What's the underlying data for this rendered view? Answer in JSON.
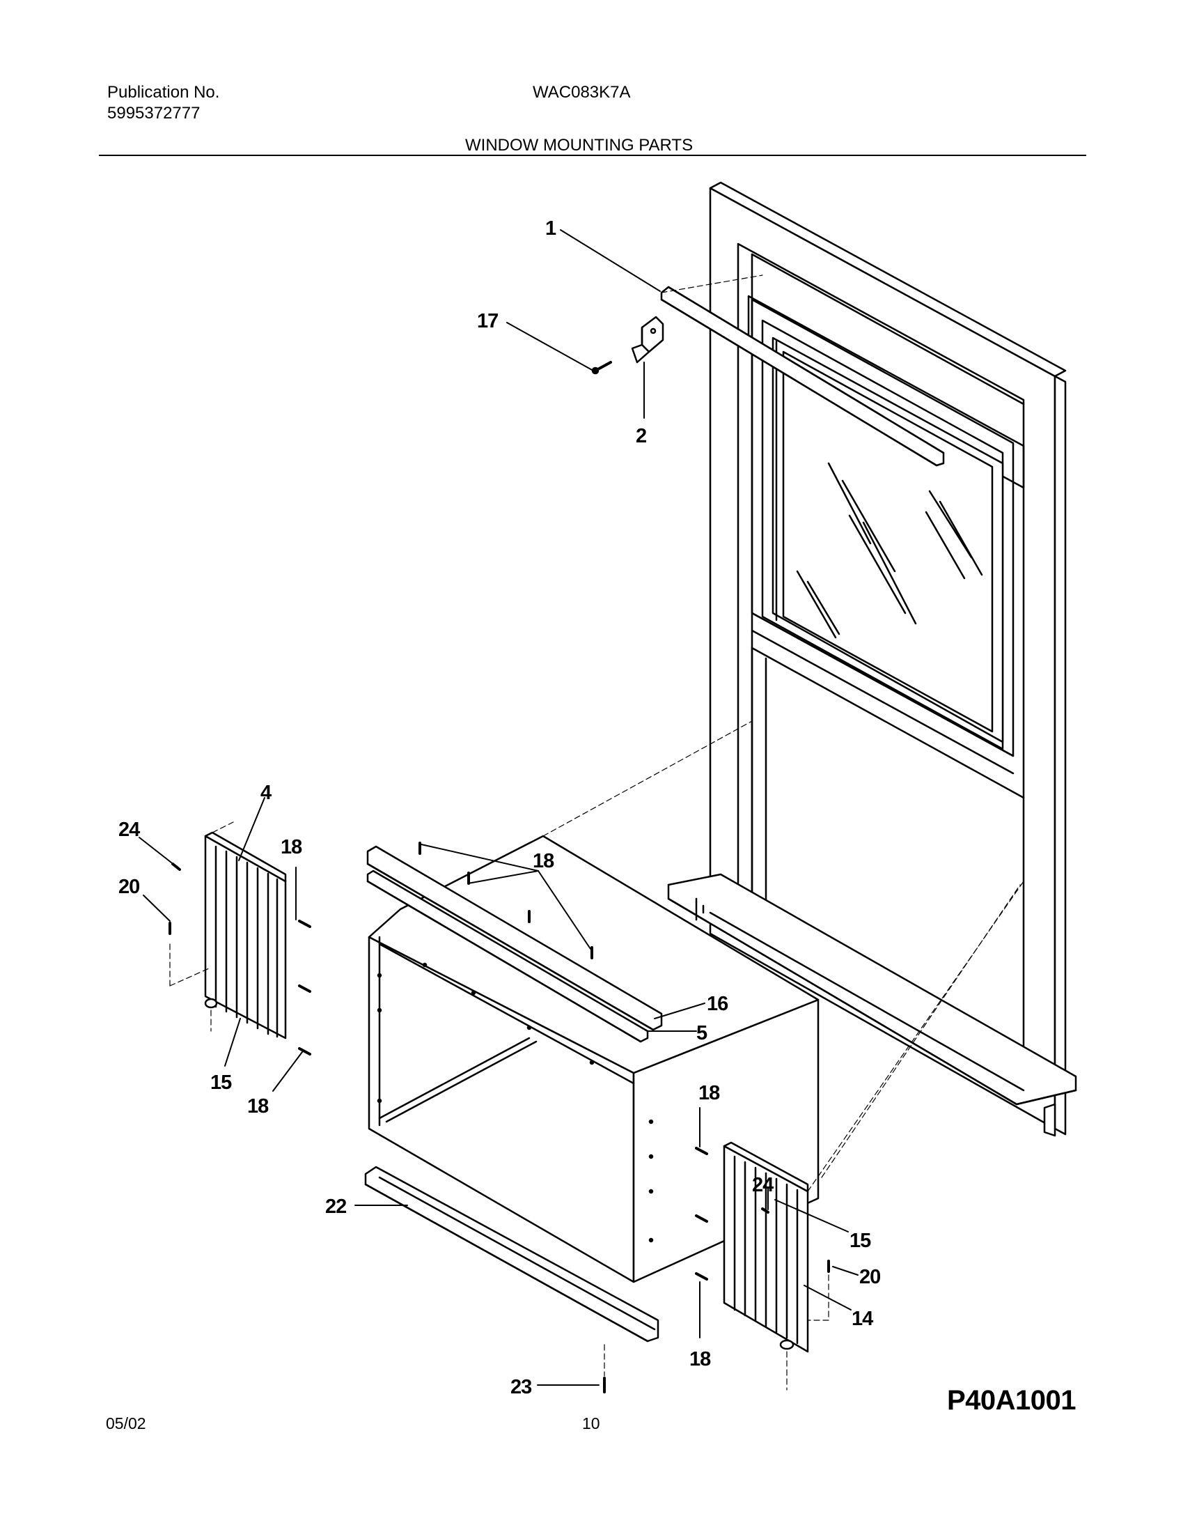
{
  "header": {
    "publication_label": "Publication No.",
    "publication_number": "5995372777",
    "model": "WAC083K7A",
    "section_title": "WINDOW MOUNTING PARTS"
  },
  "callouts": {
    "c1": "1",
    "c2": "2",
    "c17": "17",
    "c4": "4",
    "c24a": "24",
    "c20a": "20",
    "c18a": "18",
    "c15a": "15",
    "c18b": "18",
    "c18c": "18",
    "c16": "16",
    "c5": "5",
    "c18d": "18",
    "c22": "22",
    "c24b": "24",
    "c15b": "15",
    "c20b": "20",
    "c14": "14",
    "c18e": "18",
    "c23": "23"
  },
  "figure_code": "P40A1001",
  "footer": {
    "date": "05/02",
    "page": "10"
  }
}
